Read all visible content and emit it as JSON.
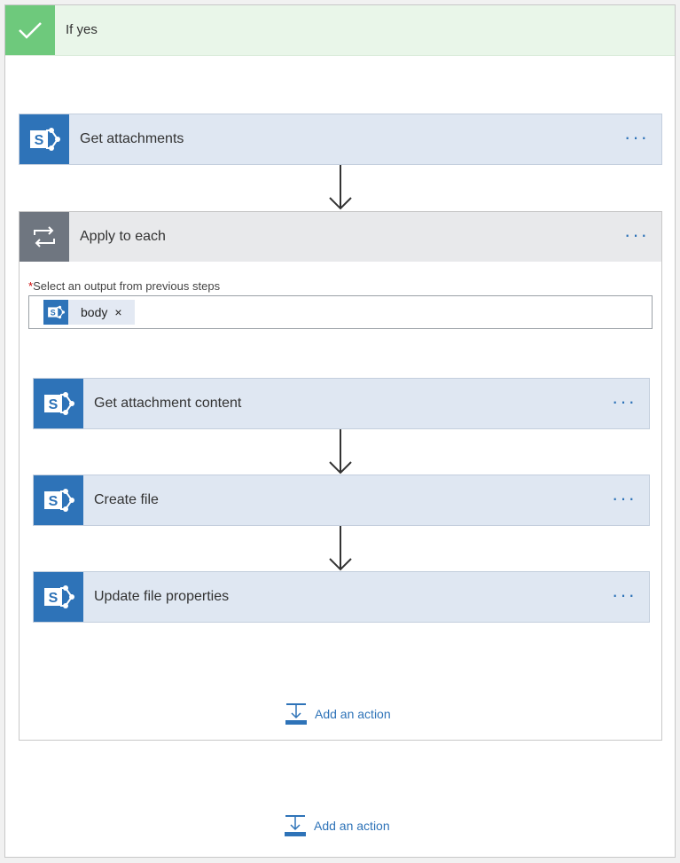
{
  "condition": {
    "title": "If yes",
    "accent_color": "#6ec97c",
    "icon": "checkmark-icon"
  },
  "get_attachments": {
    "label": "Get attachments",
    "icon": "sharepoint-icon",
    "more": "···"
  },
  "apply_to_each": {
    "title": "Apply to each",
    "icon": "loop-icon",
    "more": "···",
    "field_required": "*",
    "field_label": "Select an output from previous steps",
    "token_label": "body",
    "token_remove": "×",
    "actions": [
      {
        "label": "Get attachment content",
        "icon": "sharepoint-icon",
        "more": "···"
      },
      {
        "label": "Create file",
        "icon": "sharepoint-icon",
        "more": "···"
      },
      {
        "label": "Update file properties",
        "icon": "sharepoint-icon",
        "more": "···"
      }
    ],
    "add_action": "Add an action"
  },
  "add_action": "Add an action",
  "colors": {
    "sharepoint_blue": "#2e73b8",
    "card_bg": "#dfe7f2",
    "loop_gray": "#6f7680"
  }
}
